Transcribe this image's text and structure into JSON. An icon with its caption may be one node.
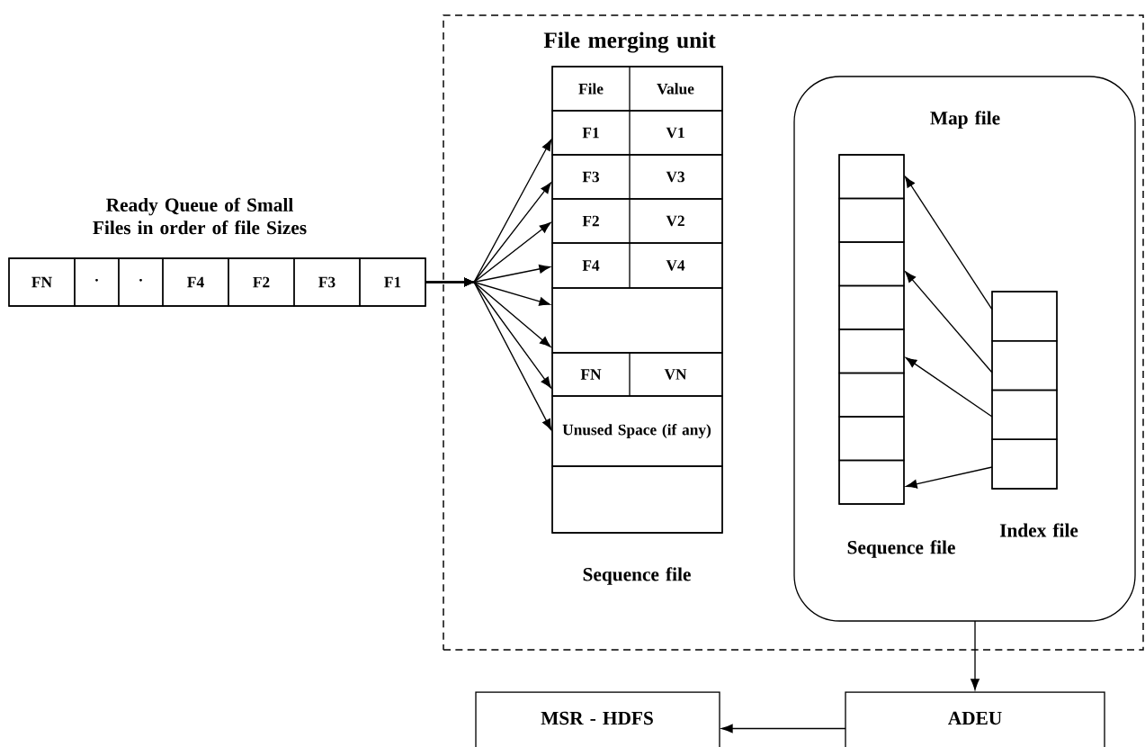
{
  "diagram": {
    "nodes": [
      {
        "text": [
          "File merging unit"
        ]
      },
      {
        "text": [
          "Ready Queue of Small Files in order of file Sizes"
        ]
      },
      {
        "text": [
          "FN"
        ],
        "in": 1
      },
      {
        "text": [
          "·"
        ],
        "in": 1
      },
      {
        "text": [
          "·"
        ],
        "in": 1
      },
      {
        "text": [
          "F4"
        ],
        "in": 1
      },
      {
        "text": [
          "F2"
        ],
        "in": 1
      },
      {
        "text": [
          "F3"
        ],
        "in": 1
      },
      {
        "text": [
          "F1"
        ],
        "in": 1
      },
      {
        "text": [
          "Sequence file"
        ],
        "in": 0
      },
      {
        "text": [
          "File",
          "Value"
        ],
        "in": 9
      },
      {
        "text": [
          "F1",
          "V1"
        ],
        "in": 9
      },
      {
        "text": [
          "F3",
          "V3"
        ],
        "in": 9
      },
      {
        "text": [
          "F2",
          "V2"
        ],
        "in": 9
      },
      {
        "text": [
          "F4",
          "V4"
        ],
        "in": 9
      },
      {
        "text": [],
        "shape": "box",
        "in": 9
      },
      {
        "text": [
          "FN",
          "VN"
        ],
        "in": 9
      },
      {
        "text": [
          "Unused Space (if any)"
        ],
        "in": 9
      },
      {
        "text": [],
        "shape": "box",
        "in": 9
      },
      {
        "text": [
          "Map file"
        ],
        "in": 0
      },
      {
        "text": [
          "Sequence file"
        ],
        "in": 19
      },
      {
        "text": [],
        "shape": "box",
        "in": 20
      },
      {
        "text": [],
        "shape": "box",
        "in": 20
      },
      {
        "text": [],
        "shape": "box",
        "in": 20
      },
      {
        "text": [],
        "shape": "box",
        "in": 20
      },
      {
        "text": [],
        "shape": "box",
        "in": 20
      },
      {
        "text": [],
        "shape": "box",
        "in": 20
      },
      {
        "text": [],
        "shape": "box",
        "in": 20
      },
      {
        "text": [],
        "shape": "box",
        "in": 20
      },
      {
        "text": [
          "Index file"
        ],
        "in": 19
      },
      {
        "text": [],
        "shape": "box",
        "in": 29
      },
      {
        "text": [],
        "shape": "box",
        "in": 29
      },
      {
        "text": [],
        "shape": "box",
        "in": 29
      },
      {
        "text": [],
        "shape": "box",
        "in": 29
      },
      {
        "text": [
          "MSR - HDFS"
        ]
      },
      {
        "text": [
          "ADEU"
        ]
      }
    ],
    "edges": [
      {
        "from": 1,
        "to": 11,
        "arrow": "to"
      },
      {
        "from": 1,
        "to": 12,
        "arrow": "to"
      },
      {
        "from": 1,
        "to": 13,
        "arrow": "to"
      },
      {
        "from": 1,
        "to": 14,
        "arrow": "to"
      },
      {
        "from": 1,
        "to": 15,
        "arrow": "to"
      },
      {
        "from": 1,
        "to": 15,
        "arrow": "to"
      },
      {
        "from": 1,
        "to": 16,
        "arrow": "to"
      },
      {
        "from": 1,
        "to": 17,
        "arrow": "to"
      },
      {
        "from": 30,
        "to": 21,
        "arrow": "to"
      },
      {
        "from": 31,
        "to": 23,
        "arrow": "to"
      },
      {
        "from": 32,
        "to": 25,
        "arrow": "to"
      },
      {
        "from": 33,
        "to": 28,
        "arrow": "to"
      },
      {
        "from": 19,
        "to": 35,
        "arrow": "to"
      },
      {
        "from": 35,
        "to": 34,
        "arrow": "to"
      }
    ]
  }
}
